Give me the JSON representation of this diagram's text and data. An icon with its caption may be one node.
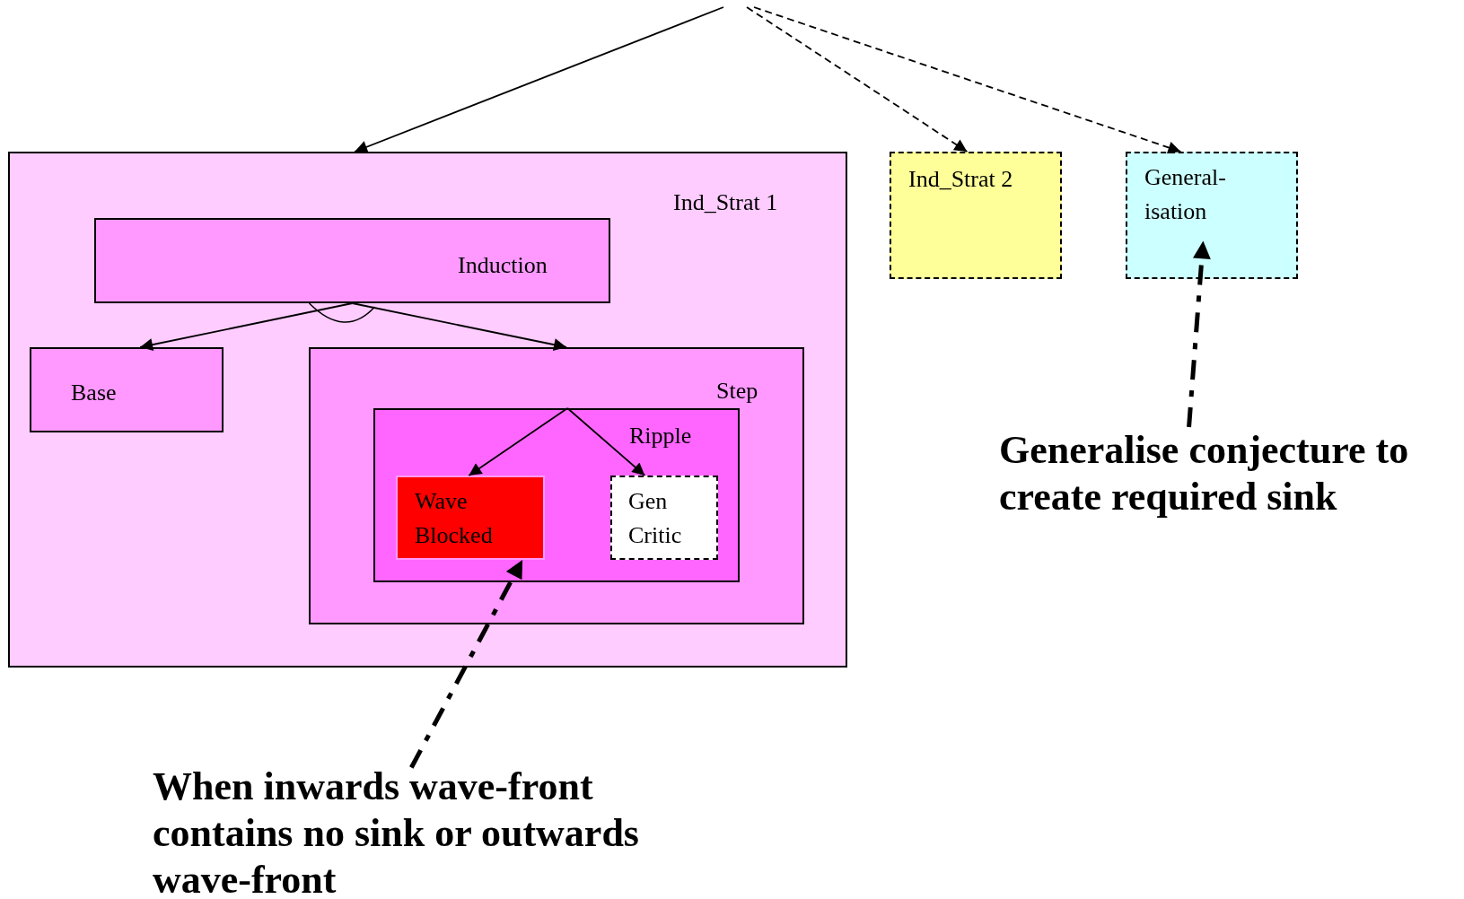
{
  "diagram": {
    "nodes": [
      {
        "text": [
          "Ind_Strat 1"
        ]
      },
      {
        "text": [
          "Induction"
        ],
        "in": 0
      },
      {
        "text": [
          "Base"
        ],
        "in": 0
      },
      {
        "text": [
          "Step"
        ],
        "in": 0
      },
      {
        "text": [
          "Ripple"
        ],
        "in": 3
      },
      {
        "text": [
          "Wave Blocked"
        ],
        "in": 4
      },
      {
        "text": [
          "Gen Critic"
        ],
        "in": 4
      },
      {
        "text": [
          "Ind_Strat 2"
        ]
      },
      {
        "text": [
          "General-isation"
        ]
      },
      {
        "text": [
          "Generalise conjecture to create required sink"
        ]
      },
      {
        "text": [
          "When inwards wave-front contains no sink or outwards wave-front"
        ]
      }
    ],
    "edges": [
      {
        "from": null,
        "to": 0,
        "arrow": "to"
      },
      {
        "from": null,
        "to": 7,
        "arrow": "to",
        "style": "dashed"
      },
      {
        "from": null,
        "to": 8,
        "arrow": "to",
        "style": "dashed"
      },
      {
        "from": 1,
        "to": 2,
        "arrow": "to"
      },
      {
        "from": 1,
        "to": 3,
        "arrow": "to"
      },
      {
        "from": 4,
        "to": 5,
        "arrow": "to"
      },
      {
        "from": 4,
        "to": 6,
        "arrow": "to"
      },
      {
        "from": 10,
        "to": 5,
        "arrow": "to",
        "style": "dashed"
      },
      {
        "from": 9,
        "to": 8,
        "arrow": "to",
        "style": "dashed"
      }
    ]
  }
}
